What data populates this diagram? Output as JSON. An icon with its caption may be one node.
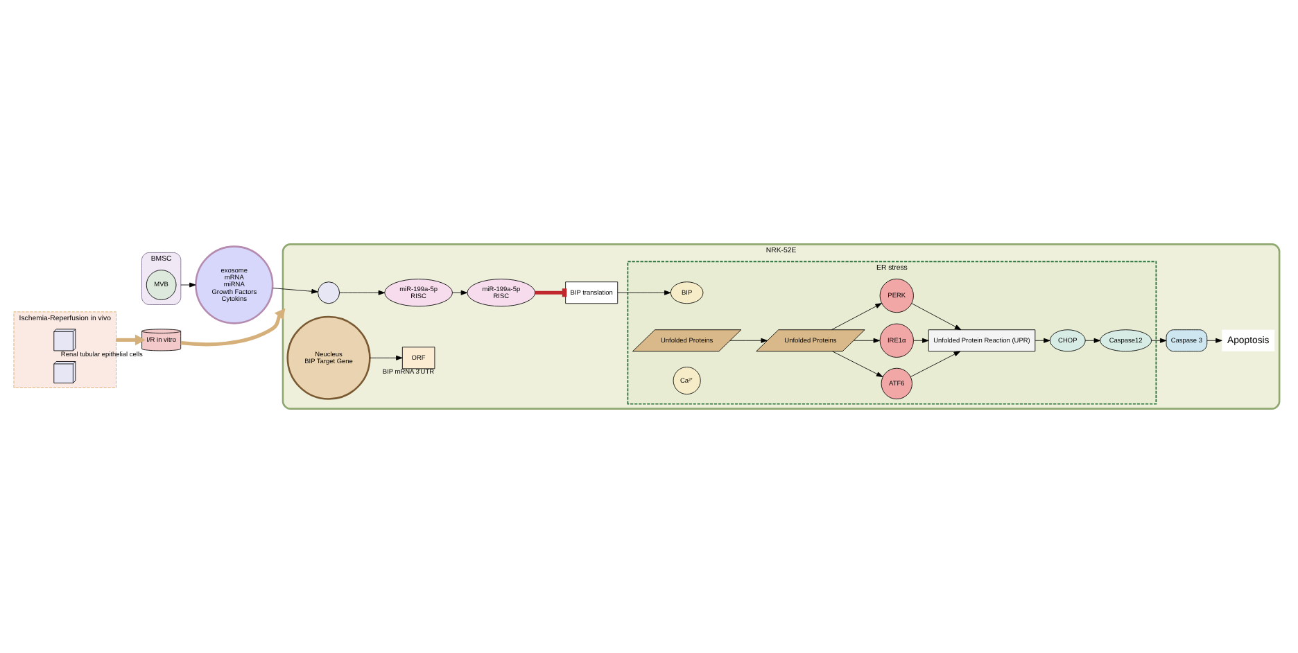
{
  "diagram": {
    "nodes": [
      {
        "text": [
          "BMSC"
        ]
      },
      {
        "text": [
          "MVB"
        ],
        "in": 0
      },
      {
        "text": [
          "exosome",
          "mRNA",
          "miRNA",
          "Growth Factors",
          "Cytokins"
        ]
      },
      {
        "text": [
          "Ischemia-Reperfusion in vivo"
        ]
      },
      {
        "text": [],
        "shape": "picture",
        "in": 3
      },
      {
        "text": [],
        "shape": "picture",
        "in": 3
      },
      {
        "text": [
          "I/R in vitro"
        ],
        "beside": [
          "Renal tubular epithelial cells"
        ]
      },
      {
        "text": [
          "NRK-52E"
        ]
      },
      {
        "text": [],
        "shape": "circle",
        "in": 7
      },
      {
        "text": [
          "ER stress"
        ],
        "in": 7
      },
      {
        "text": [
          "Unfolded Proteins"
        ],
        "in": 9
      },
      {
        "text": [
          "ATF6"
        ],
        "in": 9
      },
      {
        "text": [
          "IRE1α"
        ],
        "in": 9
      },
      {
        "text": [
          "PERK"
        ],
        "in": 9
      },
      {
        "text": [
          "Unfolded Protein Reaction (UPR)"
        ],
        "in": 9
      },
      {
        "text": [
          "BIP"
        ],
        "in": 9
      },
      {
        "text": [
          "Unfolded Proteins"
        ],
        "in": 9
      },
      {
        "text": [
          "Ca²⁺"
        ],
        "in": 9
      },
      {
        "text": [
          "CHOP"
        ],
        "in": 9
      },
      {
        "text": [
          "miR-199a-5p",
          "RISC"
        ],
        "in": 7
      },
      {
        "text": [
          "Caspase12"
        ],
        "in": 9
      },
      {
        "text": [
          "Neucleus",
          "BIP Target Gene"
        ],
        "in": 7
      },
      {
        "text": [
          "ORF"
        ],
        "beside": [
          "BIP mRNA 3'UTR"
        ],
        "in": 7
      },
      {
        "text": [
          "miR-199a-5p",
          "RISC"
        ],
        "in": 7
      },
      {
        "text": [
          "BIP translation"
        ],
        "in": 7
      },
      {
        "text": [
          "Caspase 3"
        ],
        "in": 7
      },
      {
        "text": [
          "Apoptosis"
        ],
        "in": 7
      }
    ],
    "edges": [
      {
        "from": 0,
        "to": 2,
        "arrow": "to"
      },
      {
        "from": 2,
        "to": 8,
        "arrow": "to"
      },
      {
        "from": 8,
        "to": 19,
        "arrow": "to"
      },
      {
        "from": 19,
        "to": 23,
        "arrow": "to"
      },
      {
        "from": 21,
        "to": 22,
        "arrow": "to"
      },
      {
        "from": 23,
        "to": 24,
        "arrow": "other",
        "style": "thick",
        "color": "#c0282d"
      },
      {
        "from": 24,
        "to": 15,
        "arrow": "to"
      },
      {
        "from": 16,
        "to": 10,
        "arrow": "to"
      },
      {
        "from": 10,
        "to": 11,
        "arrow": "to"
      },
      {
        "from": 10,
        "to": 12,
        "arrow": "to"
      },
      {
        "from": 10,
        "to": 13,
        "arrow": "to"
      },
      {
        "from": 11,
        "to": 14,
        "arrow": "to"
      },
      {
        "from": 12,
        "to": 14,
        "arrow": "to"
      },
      {
        "from": 13,
        "to": 14,
        "arrow": "to"
      },
      {
        "from": 14,
        "to": 18,
        "arrow": "to"
      },
      {
        "from": 18,
        "to": 20,
        "arrow": "to"
      },
      {
        "from": 20,
        "to": 25,
        "arrow": "to"
      },
      {
        "from": 25,
        "to": 26,
        "arrow": "to"
      },
      {
        "from": 3,
        "to": 6,
        "arrow": "to",
        "style": "thick",
        "color": "#d6b07a"
      },
      {
        "from": 6,
        "to": 7,
        "arrow": "to",
        "style": "thick",
        "color": "#d6b07a"
      }
    ]
  }
}
